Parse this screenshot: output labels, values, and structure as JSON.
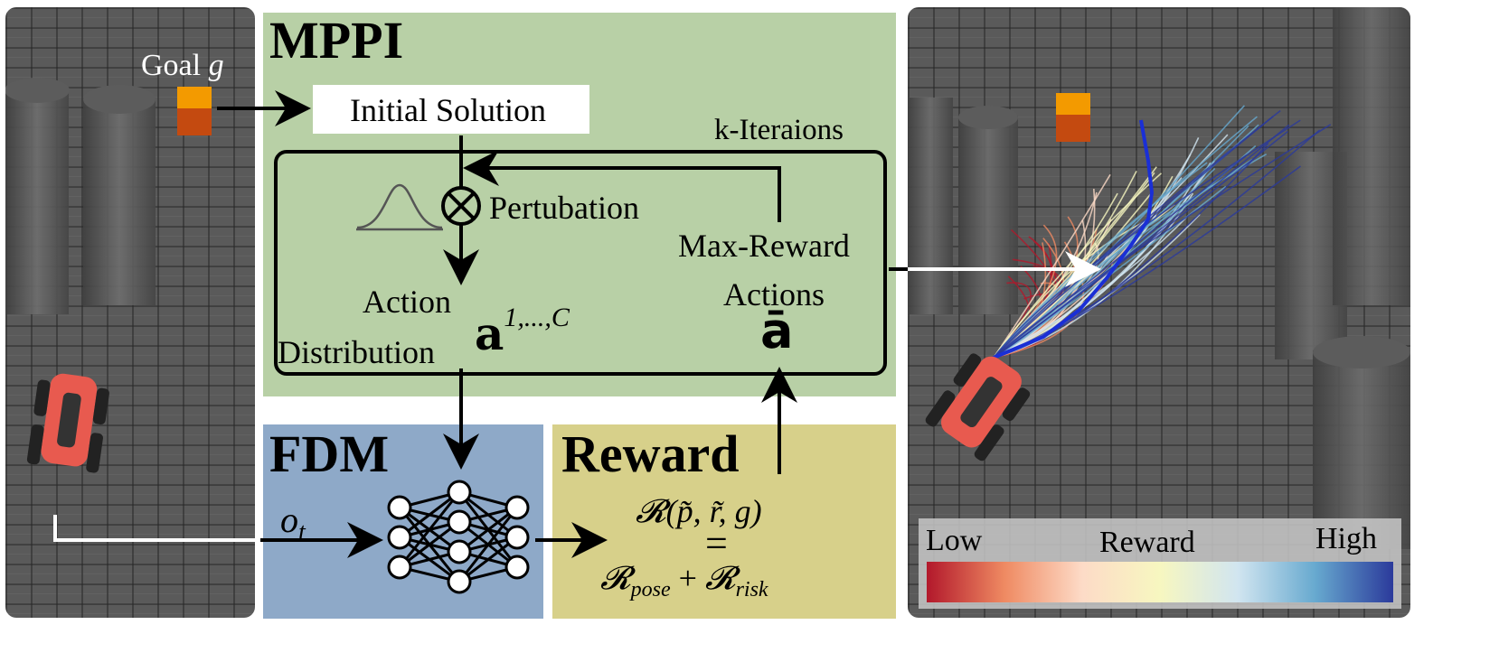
{
  "left_scene": {
    "goal_label": "Goal",
    "goal_symbol": "g",
    "goal_colors": [
      "#f39a00",
      "#c44a10"
    ],
    "robot_color": "#e85a4f"
  },
  "mppi": {
    "title": "MPPI",
    "bg": "#b8d0a6",
    "initial_solution": "Initial Solution",
    "k_iterations": "k-Iteraions",
    "perturbation": "Pertubation",
    "action_distribution_line1": "Action",
    "action_distribution_line2": "Distribution",
    "action_symbol": "a",
    "action_superscript": "1,...,C",
    "max_reward_line1": "Max-Reward",
    "max_reward_line2": "Actions",
    "best_action_symbol": "ā"
  },
  "fdm": {
    "title": "FDM",
    "bg": "#8ea9c8",
    "input_symbol": "o",
    "input_subscript": "t"
  },
  "reward": {
    "title": "Reward",
    "bg": "#d7d08a",
    "formula_top": "𝓡(p̃, r̃, g)",
    "formula_eq": "=",
    "formula_bottom_a": "𝓡",
    "formula_bottom_a_sub": "pose",
    "formula_plus": " + ",
    "formula_bottom_b": "𝓡",
    "formula_bottom_b_sub": "risk"
  },
  "colorbar": {
    "low": "Low",
    "label": "Reward",
    "high": "High",
    "colors": [
      "#b2182b",
      "#ef8a62",
      "#fddbc7",
      "#f7f7c0",
      "#d1e5f0",
      "#67a9cf",
      "#2b3a9b"
    ]
  }
}
